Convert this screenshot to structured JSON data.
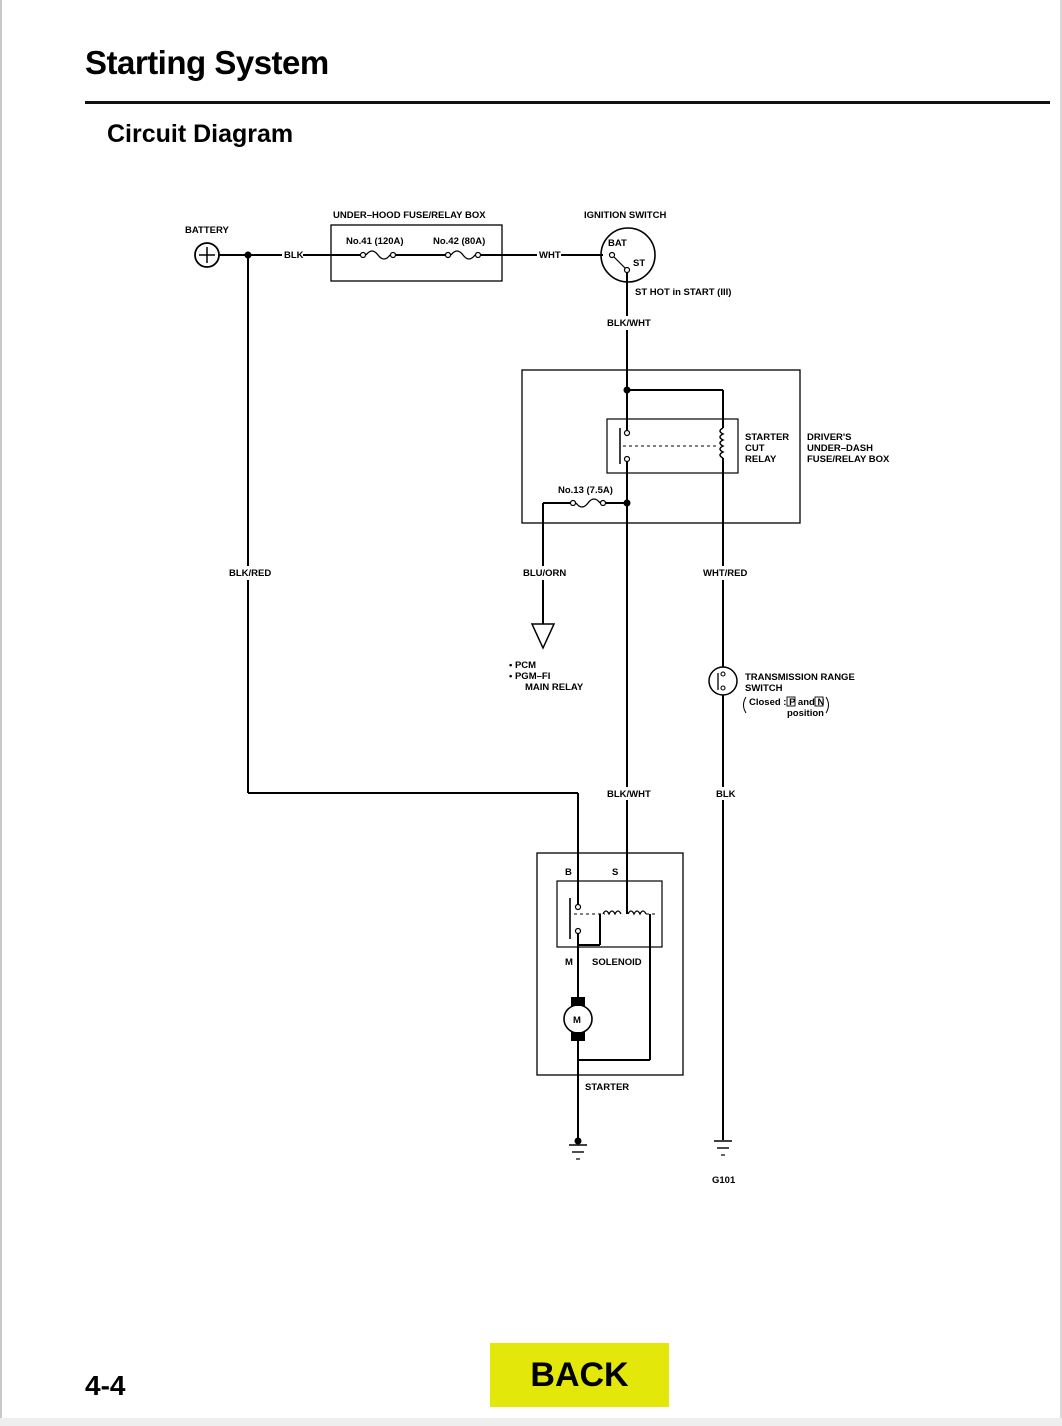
{
  "page": {
    "title": "Starting System",
    "section_title": "Circuit Diagram",
    "page_number": "4-4",
    "back_label": "BACK"
  },
  "diagram": {
    "battery_label": "BATTERY",
    "fuse_box_label": "UNDER–HOOD FUSE/RELAY BOX",
    "fuse_41_label": "No.41 (120A)",
    "fuse_42_label": "No.42 (80A)",
    "ignition_switch_label": "IGNITION SWITCH",
    "bat_terminal": "BAT",
    "st_terminal": "ST",
    "st_hot_note": "ST HOT in START (III)",
    "wire_blk": "BLK",
    "wire_wht": "WHT",
    "wire_blk_wht_top": "BLK/WHT",
    "starter_cut_relay_line1": "STARTER",
    "starter_cut_relay_line2": "CUT",
    "starter_cut_relay_line3": "RELAY",
    "dash_box_line1": "DRIVER'S",
    "dash_box_line2": "UNDER–DASH",
    "dash_box_line3": "FUSE/RELAY BOX",
    "fuse_13_label": "No.13 (7.5A)",
    "wire_blk_red": "BLK/RED",
    "wire_blu_orn": "BLU/ORN",
    "wire_wht_red": "WHT/RED",
    "pcm_line1": "• PCM",
    "pcm_line2": "• PGM–FI",
    "pcm_line3": "MAIN RELAY",
    "trs_line1": "TRANSMISSION RANGE",
    "trs_line2": "SWITCH",
    "trs_line3": "Closed : P and N",
    "trs_line4": "position",
    "wire_blk_wht_bottom": "BLK/WHT",
    "wire_blk_bottom": "BLK",
    "terminal_b": "B",
    "terminal_s": "S",
    "terminal_m": "M",
    "solenoid_label": "SOLENOID",
    "motor_symbol": "M",
    "starter_label": "STARTER",
    "ground_label": "G101"
  }
}
